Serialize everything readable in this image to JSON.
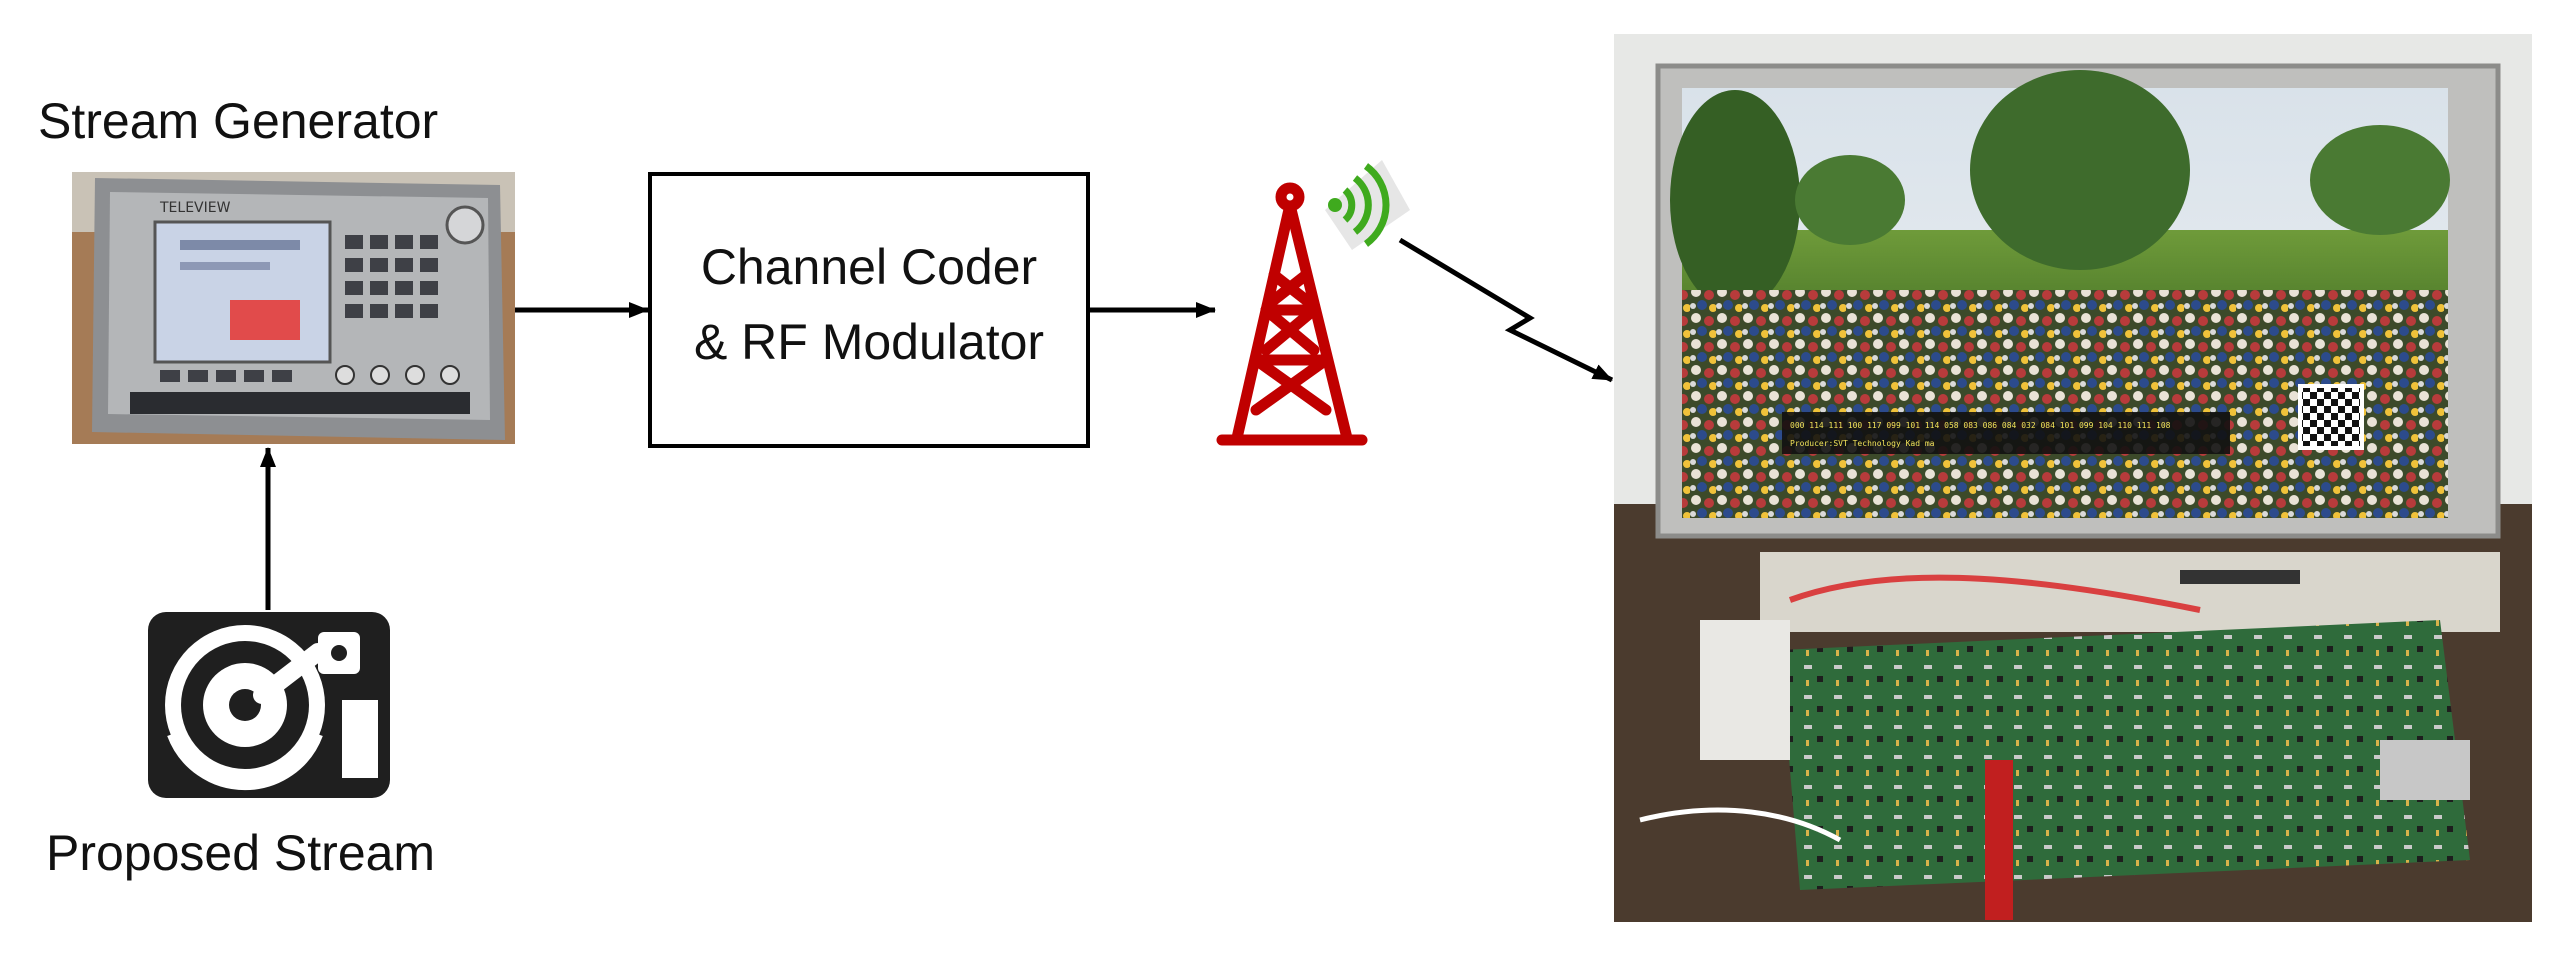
{
  "labels": {
    "stream_generator": "Stream Generator",
    "proposed_stream": "Proposed Stream",
    "coder_line1": "Channel Coder",
    "coder_line2": "& RF Modulator"
  },
  "device": {
    "brand": "TELEVIEW"
  },
  "screen_overlay": {
    "numbers": "000 114 111 100 117 099 101 114 058 083 086 084 032 084 101 099 104 110 111 108",
    "caption": "Producer:SVT Technology Kad ma"
  },
  "colors": {
    "tower": "#c00000",
    "signal": "#3faa1e",
    "arrow": "#000000"
  }
}
